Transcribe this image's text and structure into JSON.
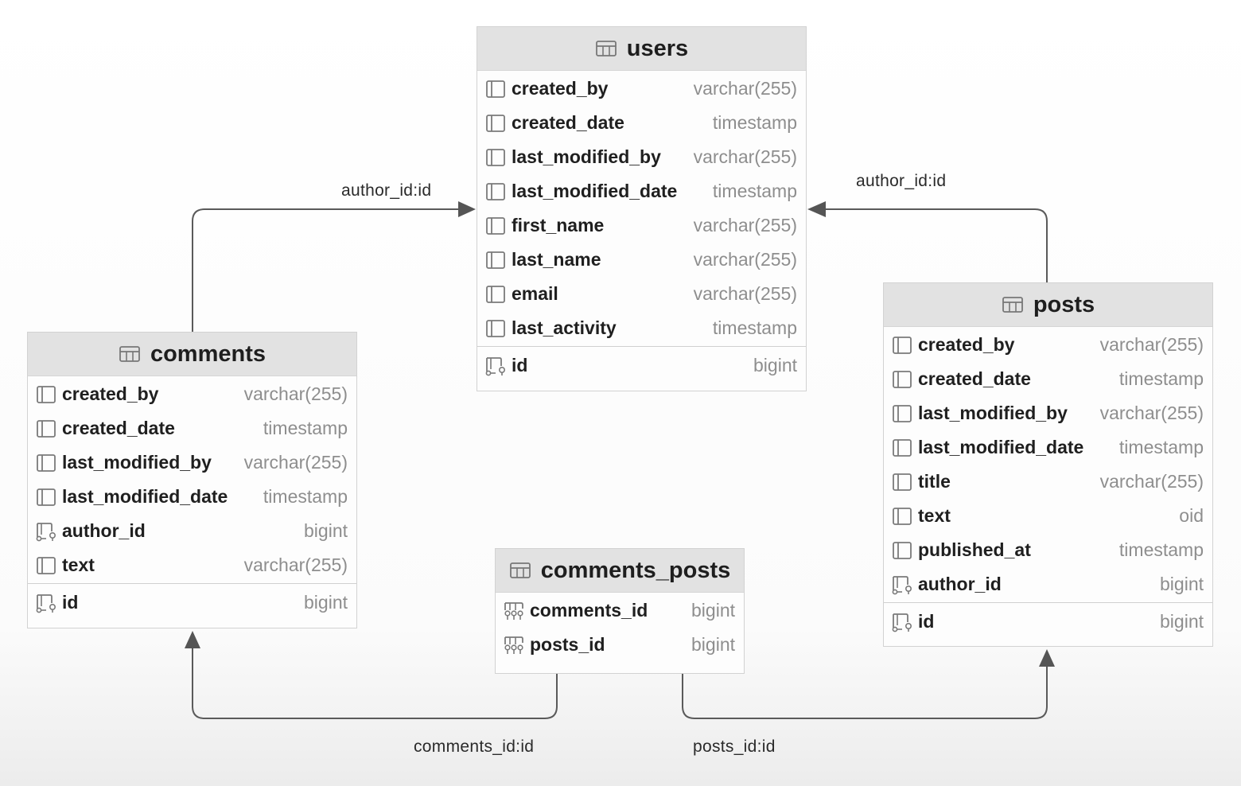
{
  "tables": {
    "users": {
      "title": "users",
      "columns": [
        {
          "name": "created_by",
          "type": "varchar(255)",
          "icon": "column-icon"
        },
        {
          "name": "created_date",
          "type": "timestamp",
          "icon": "column-icon"
        },
        {
          "name": "last_modified_by",
          "type": "varchar(255)",
          "icon": "column-icon"
        },
        {
          "name": "last_modified_date",
          "type": "timestamp",
          "icon": "column-icon"
        },
        {
          "name": "first_name",
          "type": "varchar(255)",
          "icon": "column-icon"
        },
        {
          "name": "last_name",
          "type": "varchar(255)",
          "icon": "column-icon"
        },
        {
          "name": "email",
          "type": "varchar(255)",
          "icon": "column-icon"
        },
        {
          "name": "last_activity",
          "type": "timestamp",
          "icon": "column-icon"
        }
      ],
      "key_columns": [
        {
          "name": "id",
          "type": "bigint",
          "icon": "primary-key-icon"
        }
      ]
    },
    "comments": {
      "title": "comments",
      "columns": [
        {
          "name": "created_by",
          "type": "varchar(255)",
          "icon": "column-icon"
        },
        {
          "name": "created_date",
          "type": "timestamp",
          "icon": "column-icon"
        },
        {
          "name": "last_modified_by",
          "type": "varchar(255)",
          "icon": "column-icon"
        },
        {
          "name": "last_modified_date",
          "type": "timestamp",
          "icon": "column-icon"
        },
        {
          "name": "author_id",
          "type": "bigint",
          "icon": "foreign-key-icon"
        },
        {
          "name": "text",
          "type": "varchar(255)",
          "icon": "column-icon"
        }
      ],
      "key_columns": [
        {
          "name": "id",
          "type": "bigint",
          "icon": "primary-key-icon"
        }
      ]
    },
    "posts": {
      "title": "posts",
      "columns": [
        {
          "name": "created_by",
          "type": "varchar(255)",
          "icon": "column-icon"
        },
        {
          "name": "created_date",
          "type": "timestamp",
          "icon": "column-icon"
        },
        {
          "name": "last_modified_by",
          "type": "varchar(255)",
          "icon": "column-icon"
        },
        {
          "name": "last_modified_date",
          "type": "timestamp",
          "icon": "column-icon"
        },
        {
          "name": "title",
          "type": "varchar(255)",
          "icon": "column-icon"
        },
        {
          "name": "text",
          "type": "oid",
          "icon": "column-icon"
        },
        {
          "name": "published_at",
          "type": "timestamp",
          "icon": "column-icon"
        },
        {
          "name": "author_id",
          "type": "bigint",
          "icon": "foreign-key-icon"
        }
      ],
      "key_columns": [
        {
          "name": "id",
          "type": "bigint",
          "icon": "primary-key-icon"
        }
      ]
    },
    "comments_posts": {
      "title": "comments_posts",
      "columns": [
        {
          "name": "comments_id",
          "type": "bigint",
          "icon": "composite-key-icon"
        },
        {
          "name": "posts_id",
          "type": "bigint",
          "icon": "composite-key-icon"
        }
      ],
      "key_columns": []
    }
  },
  "relations": [
    {
      "id": "comments-users",
      "label": "author_id:id",
      "from": "comments",
      "to": "users"
    },
    {
      "id": "posts-users",
      "label": "author_id:id",
      "from": "posts",
      "to": "users"
    },
    {
      "id": "comments_posts-comments",
      "label": "comments_id:id",
      "from": "comments_posts",
      "to": "comments"
    },
    {
      "id": "comments_posts-posts",
      "label": "posts_id:id",
      "from": "comments_posts",
      "to": "posts"
    }
  ]
}
